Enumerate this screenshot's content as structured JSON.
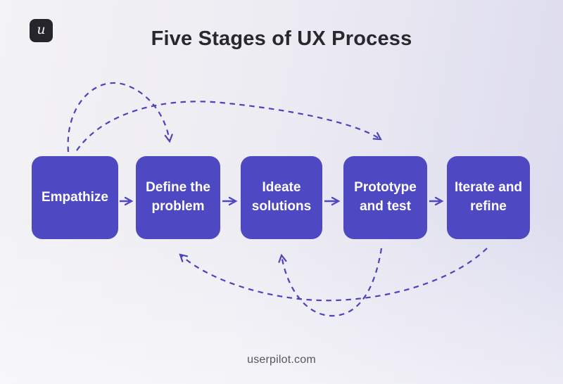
{
  "brand": {
    "logo_letter": "u",
    "logo_bg_color": "#26252c"
  },
  "title": "Five Stages of UX Process",
  "stages": [
    {
      "name": "empathize",
      "lines": [
        "Empathize"
      ]
    },
    {
      "name": "define-the-problem",
      "lines": [
        "Define the",
        "problem"
      ]
    },
    {
      "name": "ideate-solutions",
      "lines": [
        "Ideate",
        "solutions"
      ]
    },
    {
      "name": "prototype-and-test",
      "lines": [
        "Prototype",
        "and test"
      ]
    },
    {
      "name": "iterate-and-refine",
      "lines": [
        "Iterate and",
        "refine"
      ]
    }
  ],
  "connections": {
    "forward_arrows": [
      {
        "from": "Empathize",
        "to": "Define the problem"
      },
      {
        "from": "Define the problem",
        "to": "Ideate solutions"
      },
      {
        "from": "Ideate solutions",
        "to": "Prototype and test"
      },
      {
        "from": "Prototype and test",
        "to": "Iterate and refine"
      }
    ],
    "loop_arrows": [
      {
        "from": "Empathize",
        "to": "Define the problem",
        "position": "top"
      },
      {
        "from": "Empathize",
        "to": "Prototype and test",
        "position": "top"
      },
      {
        "from": "Prototype and test",
        "to": "Ideate solutions",
        "position": "bottom"
      },
      {
        "from": "Iterate and refine",
        "to": "Define the problem",
        "position": "bottom"
      }
    ]
  },
  "footer": {
    "website": "userpilot.com"
  },
  "colors": {
    "stage_box": "#4f48c3",
    "arrow": "#4b44bb",
    "title_text": "#29282f",
    "footer_text": "#57565f",
    "background_left": "#f3f2f4",
    "background_right": "#dcdbee"
  }
}
